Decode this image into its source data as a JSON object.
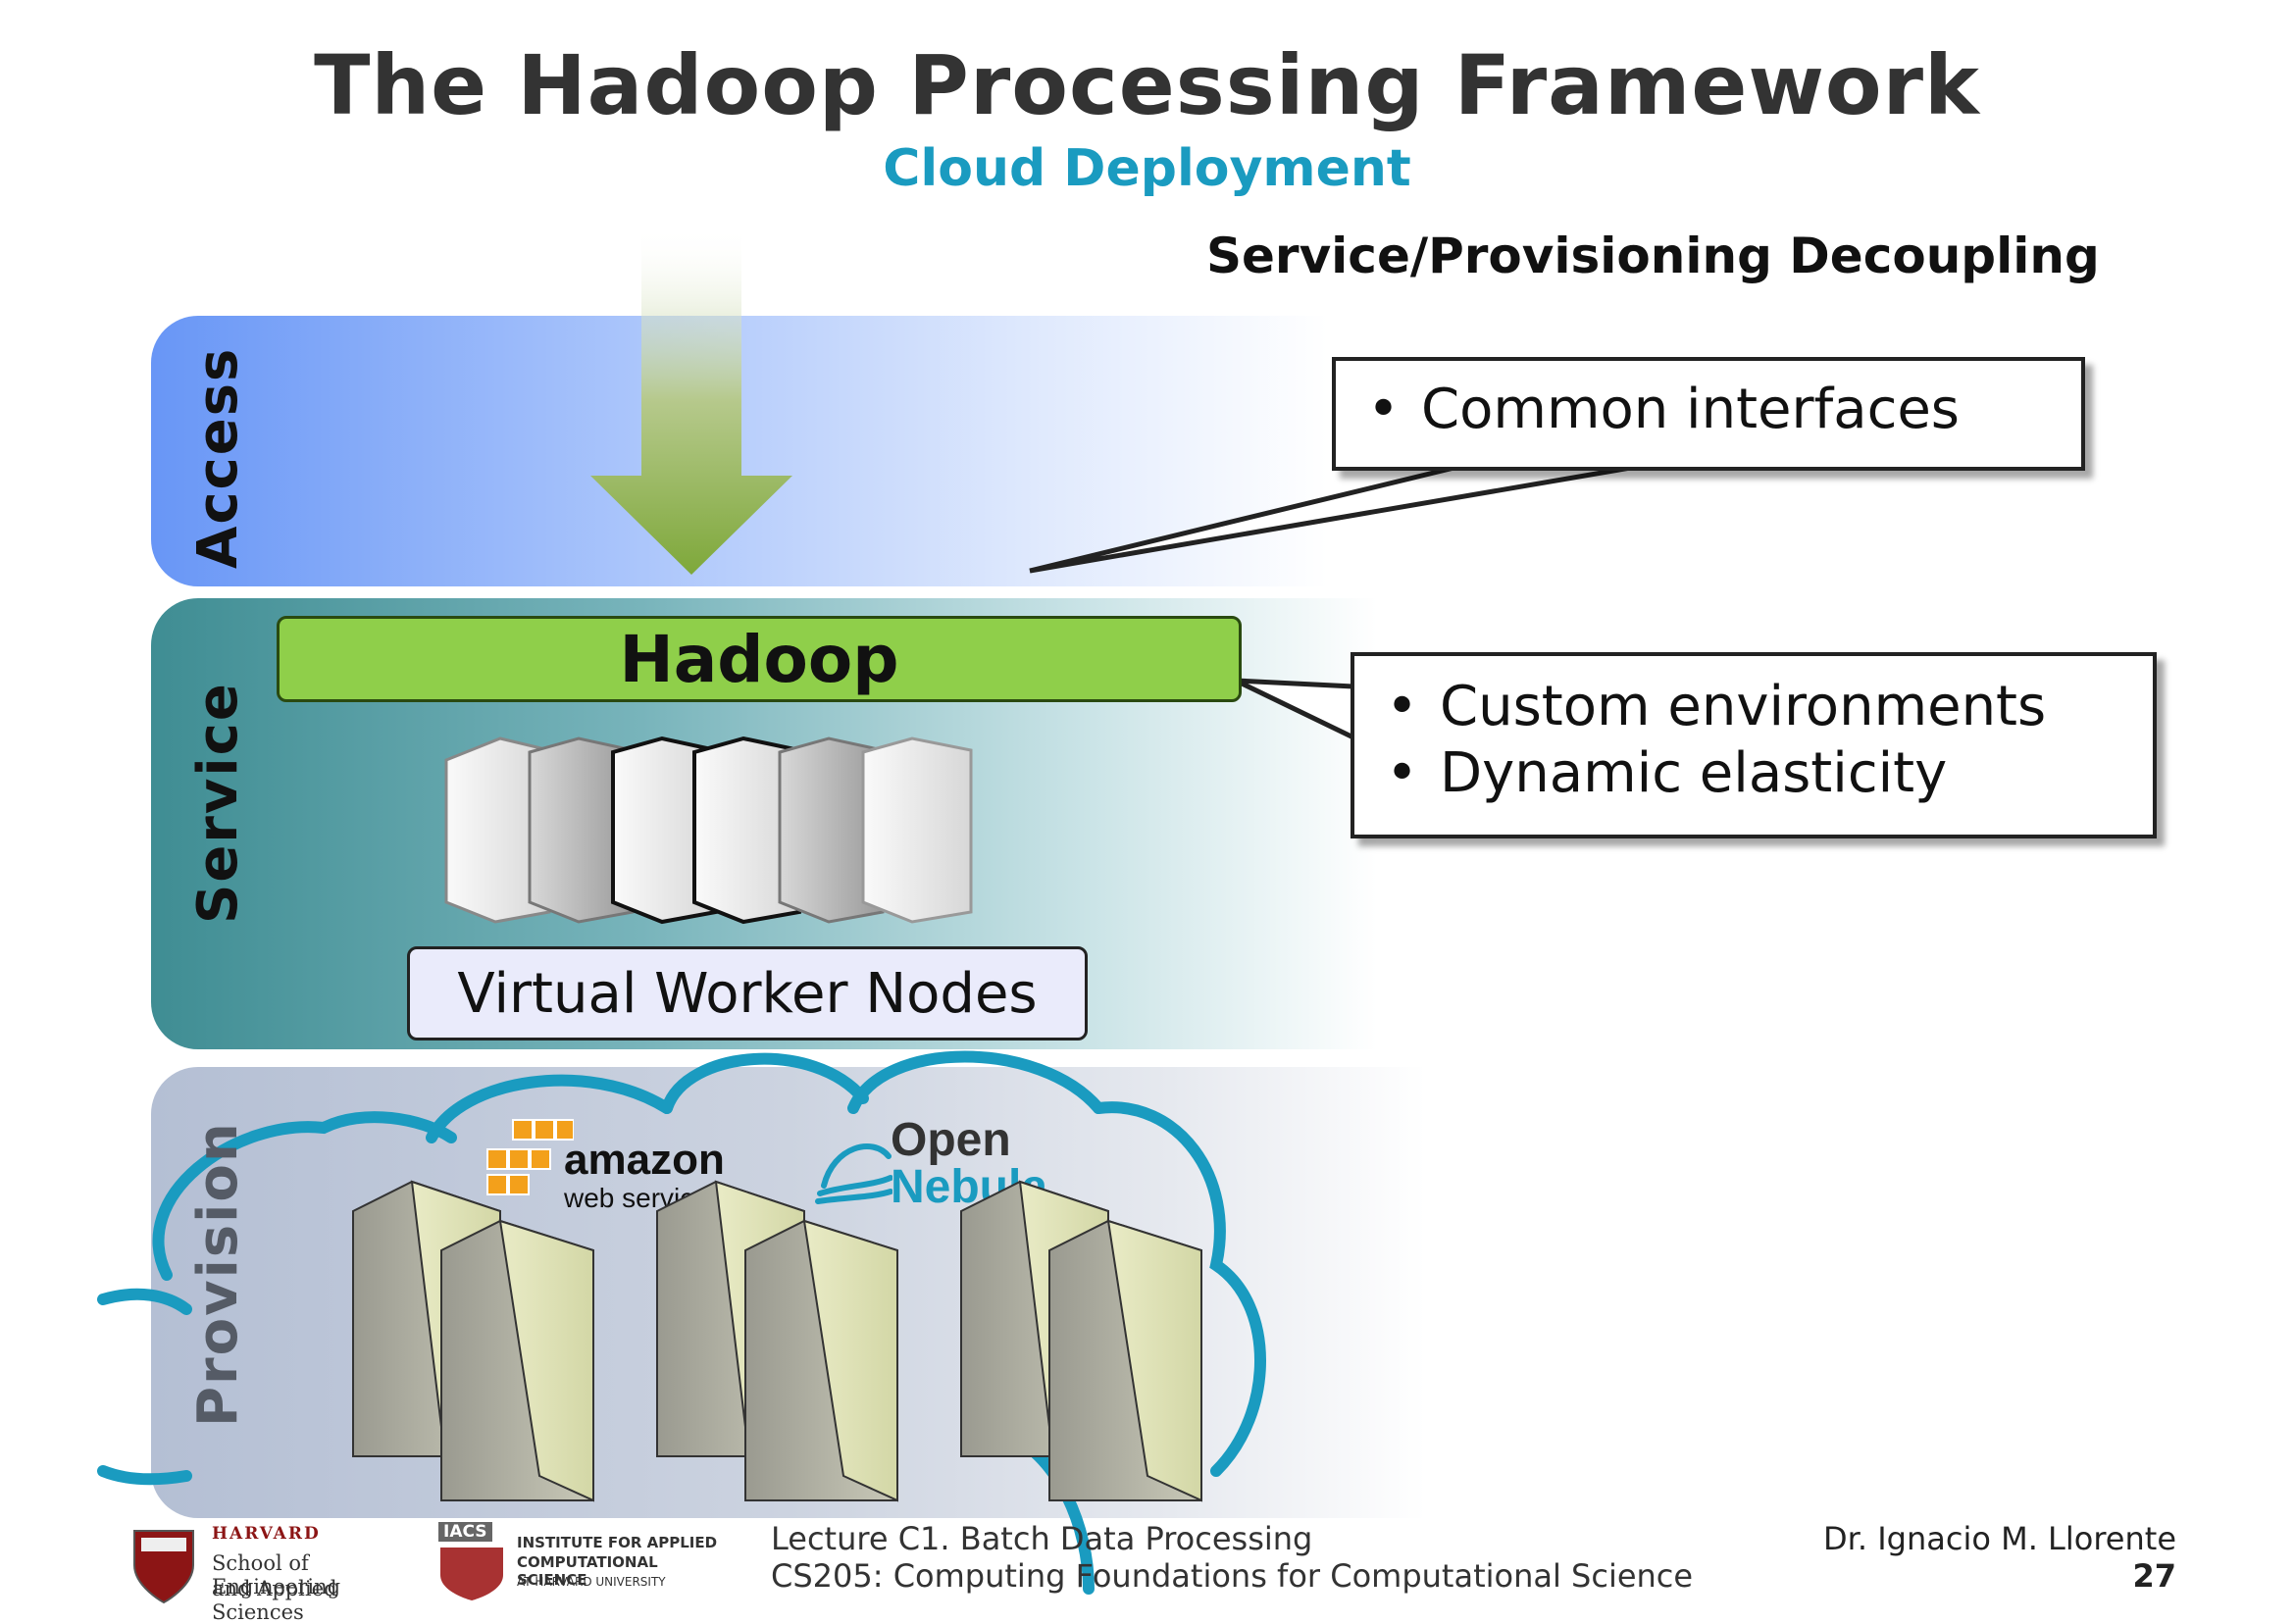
{
  "title": "The Hadoop Processing Framework",
  "subtitle": "Cloud Deployment",
  "section_heading": "Service/Provisioning Decoupling",
  "layers": {
    "access": "Access",
    "service": "Service",
    "provision": "Provision"
  },
  "hadoop_label": "Hadoop",
  "virtual_worker_nodes_label": "Virtual Worker Nodes",
  "callouts": {
    "access": [
      "Common interfaces"
    ],
    "service": [
      "Custom environments",
      "Dynamic elasticity"
    ]
  },
  "providers": {
    "amazon_name": "amazon",
    "amazon_sub": "web services",
    "opennebula_top": "Open",
    "opennebula_bottom": "Nebula"
  },
  "footer": {
    "lecture": "Lecture C1. Batch Data Processing",
    "course": "CS205: Computing Foundations for Computational Science",
    "author": "Dr. Ignacio M. Llorente",
    "page": "27",
    "harvard_top": "HARVARD",
    "harvard_line1": "School of Engineering",
    "harvard_line2": "and Applied Sciences",
    "iacs_badge": "IACS",
    "iacs_line1": "INSTITUTE FOR APPLIED",
    "iacs_line2": "COMPUTATIONAL SCIENCE",
    "iacs_line3": "AT HARVARD UNIVERSITY"
  },
  "colors": {
    "title": "#333333",
    "subtitle": "#1a9bc0",
    "hadoop": "#8fcf4a",
    "cloud_outline": "#1a9bc0",
    "access_band": "#6896f6",
    "service_band": "#3f8d93",
    "provision_band": "#b4bfd4"
  }
}
